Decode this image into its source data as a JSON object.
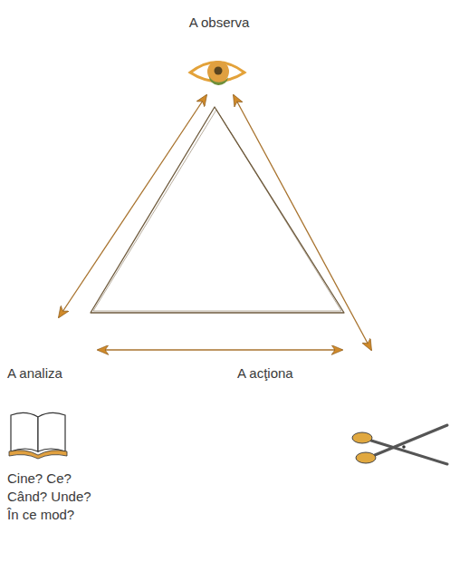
{
  "diagram": {
    "nodes": [
      {
        "text": [
          "A observa"
        ]
      },
      {
        "text": [
          "A analiza",
          "Cine? Ce? Când? Unde? În ce mod?"
        ]
      },
      {
        "text": [
          "A acţiona"
        ]
      }
    ],
    "edges": [
      {
        "from": 0,
        "to": 1,
        "arrow": "both"
      },
      {
        "from": 0,
        "to": 2,
        "arrow": "both"
      },
      {
        "from": 1,
        "to": 2,
        "arrow": "both"
      }
    ]
  }
}
